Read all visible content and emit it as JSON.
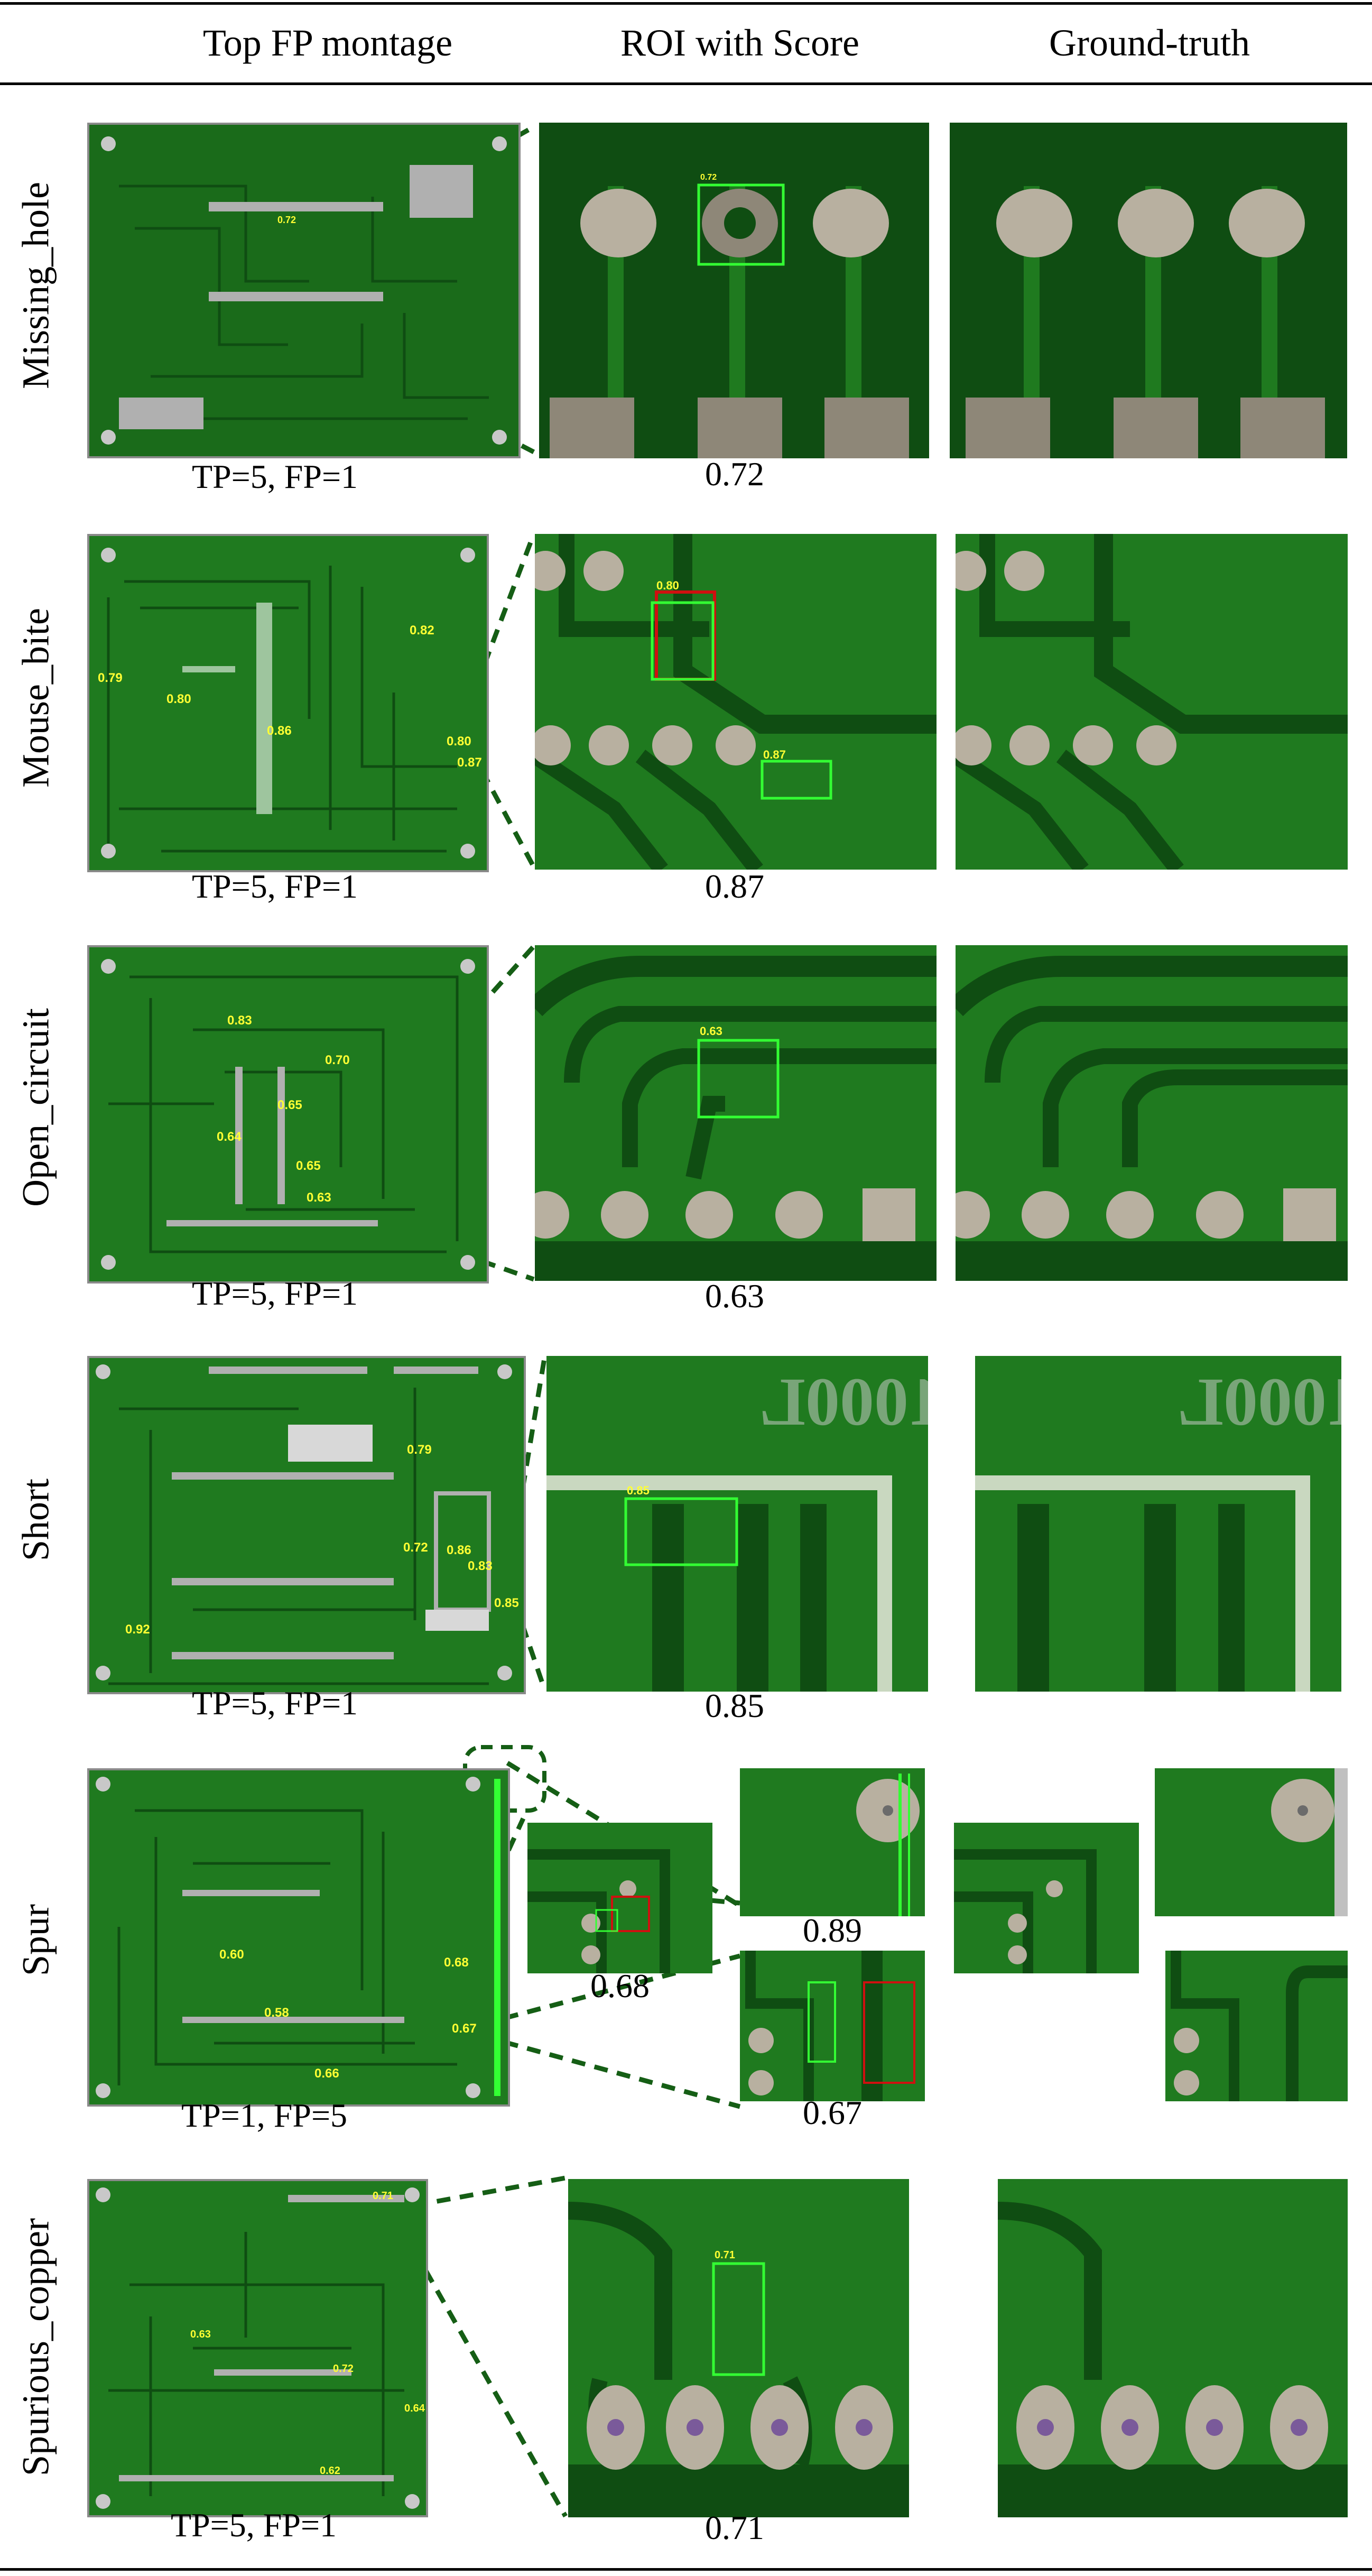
{
  "headers": {
    "col1": "Top FP montage",
    "col2": "ROI with Score",
    "col3": "Ground-truth"
  },
  "rows": [
    {
      "label": "Missing_hole",
      "caption": "TP=5, FP=1",
      "score": "0.72",
      "box_scores": [
        "0.72"
      ]
    },
    {
      "label": "Mouse_bite",
      "caption": "TP=5, FP=1",
      "score": "0.87",
      "box_scores": [
        "0.79",
        "0.80",
        "0.86",
        "0.82",
        "0.80",
        "0.87"
      ],
      "roi_box_scores": [
        "0.80",
        "0.87"
      ]
    },
    {
      "label": "Open_circuit",
      "caption": "TP=5, FP=1",
      "score": "0.63",
      "box_scores": [
        "0.83",
        "0.70",
        "0.65",
        "0.64",
        "0.65",
        "0.63"
      ]
    },
    {
      "label": "Short",
      "caption": "TP=5, FP=1",
      "score": "0.85",
      "box_scores": [
        "0.79",
        "0.72",
        "0.86",
        "0.83",
        "0.85",
        "0.92"
      ]
    },
    {
      "label": "Spur",
      "caption": "TP=1, FP=5",
      "score_a": "0.68",
      "score_b": "0.89",
      "score_c": "0.67",
      "box_scores": [
        "0.60",
        "0.58",
        "0.66",
        "0.68",
        "0.67"
      ]
    },
    {
      "label": "Spurious_copper",
      "caption": "TP=5, FP=1",
      "score": "0.71",
      "box_scores": [
        "0.71",
        "0.63",
        "0.72",
        "0.64",
        "0.62"
      ]
    }
  ],
  "colors": {
    "pcb_dark": "#0f4d12",
    "pcb": "#1f7a1f",
    "pcb_light": "#2e9a2e",
    "trace": "#3aa63a",
    "pad": "#b8b0a0",
    "box": "#33ff33",
    "fp_box": "#d01010",
    "score_text": "#ffff33",
    "leader": "#155e15"
  }
}
